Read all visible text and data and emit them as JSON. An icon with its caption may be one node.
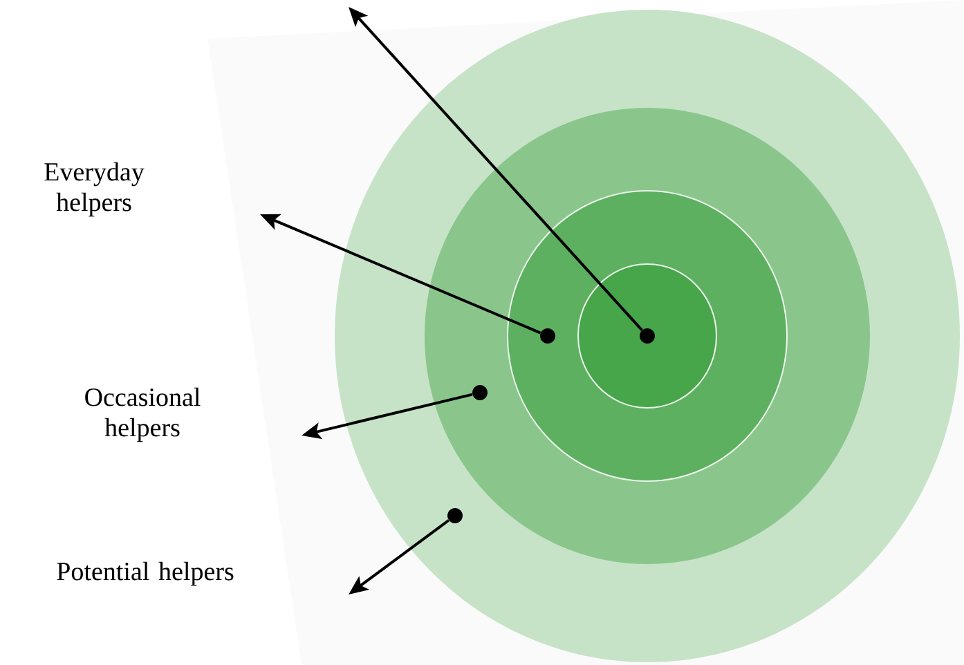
{
  "diagram": {
    "nodes": [
      {
        "text": [],
        "shape": "circle"
      },
      {
        "text": [],
        "shape": "circle"
      },
      {
        "text": [],
        "shape": "circle"
      },
      {
        "text": [],
        "shape": "circle"
      }
    ],
    "edges": [
      {
        "from": 0,
        "to": null,
        "arrow": "to"
      },
      {
        "from": 1,
        "to": null,
        "arrow": "to"
      },
      {
        "from": 2,
        "to": null,
        "arrow": "to"
      },
      {
        "from": 3,
        "to": null,
        "arrow": "to"
      }
    ],
    "labels": [
      "Everyday helpers",
      "Occasional helpers",
      "Potential helpers"
    ]
  }
}
